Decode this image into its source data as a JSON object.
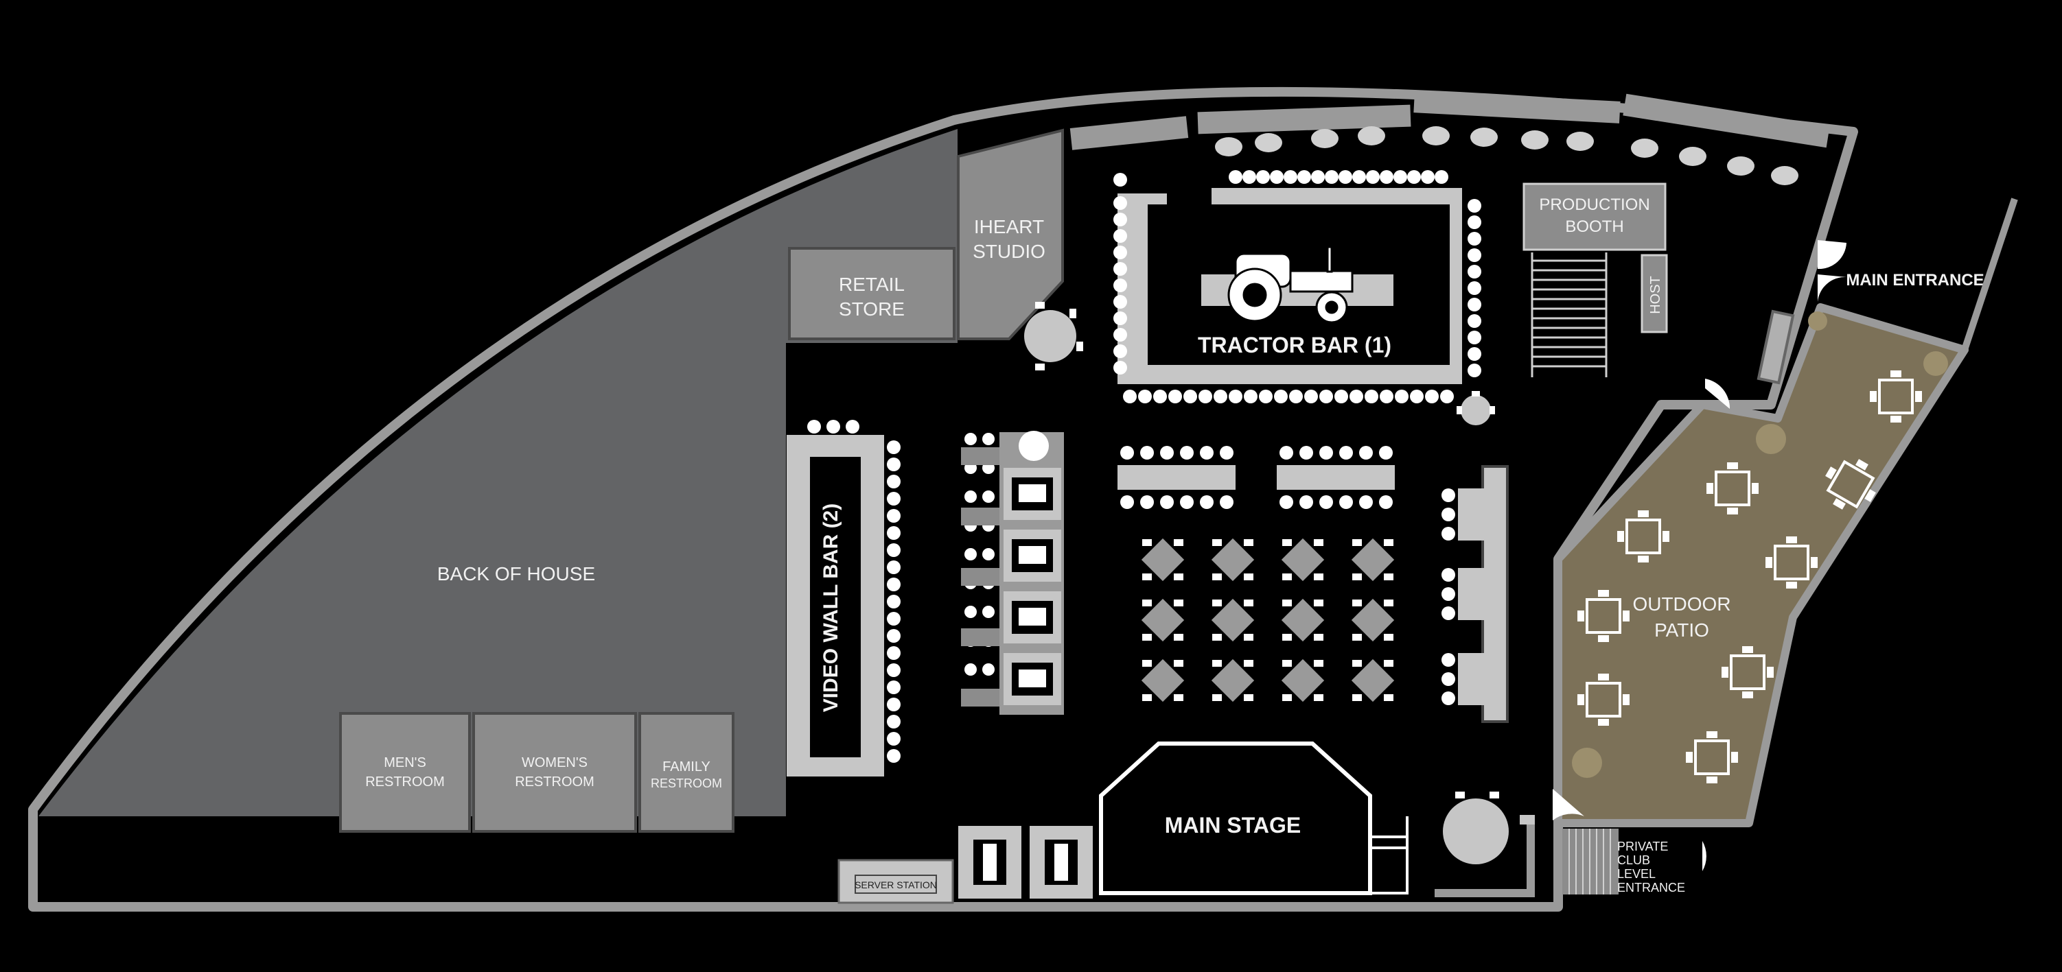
{
  "labels": {
    "back_of_house": "BACK OF HOUSE",
    "retail_store_1": "RETAIL",
    "retail_store_2": "STORE",
    "iheart_1": "IHEART",
    "iheart_2": "STUDIO",
    "tractor_bar": "TRACTOR BAR (1)",
    "production_1": "PRODUCTION",
    "production_2": "BOOTH",
    "host": "HOST",
    "main_entrance": "MAIN ENTRANCE",
    "video_wall_bar": "VIDEO WALL BAR (2)",
    "outdoor_1": "OUTDOOR",
    "outdoor_2": "PATIO",
    "mens_1": "MEN'S",
    "mens_2": "RESTROOM",
    "womens_1": "WOMEN'S",
    "womens_2": "RESTROOM",
    "family_1": "FAMILY",
    "family_2": "RESTROOM",
    "main_stage": "MAIN STAGE",
    "server_station": "SERVER STATION",
    "private_1": "PRIVATE",
    "private_2": "CLUB",
    "private_3": "LEVEL",
    "private_4": "ENTRANCE"
  },
  "colors": {
    "background": "#000000",
    "wall": "#9a9a9a",
    "back_of_house": "#636466",
    "room": "#8c8c8c",
    "patio": "#7c7158",
    "furniture": "#d0d0d0",
    "white": "#ffffff"
  }
}
